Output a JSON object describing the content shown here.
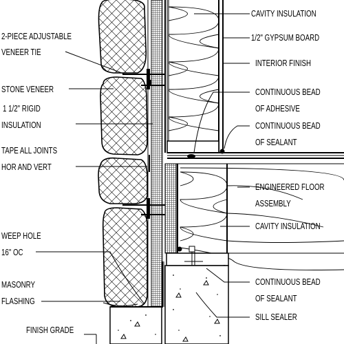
{
  "diagram": {
    "title": "",
    "labels_left": [
      {
        "id": "veneer-tie",
        "lines": [
          "2-PIECE ADJUSTABLE",
          "VENEER TIE"
        ]
      },
      {
        "id": "stone-veneer",
        "lines": [
          "STONE VENEER"
        ]
      },
      {
        "id": "rigid-insulation",
        "lines": [
          "1 1/2\" RIGID",
          "INSULATION"
        ]
      },
      {
        "id": "tape-joints",
        "lines": [
          "TAPE ALL JOINTS",
          "HOR AND VERT"
        ]
      },
      {
        "id": "weep-hole",
        "lines": [
          "WEEP HOLE",
          "16\" OC"
        ]
      },
      {
        "id": "masonry-flashing",
        "lines": [
          "MASONRY",
          "FLASHING"
        ]
      },
      {
        "id": "finish-grade",
        "lines": [
          "FINISH GRADE"
        ]
      }
    ],
    "labels_right": [
      {
        "id": "cavity-insulation-upper",
        "lines": [
          "CAVITY INSULATION"
        ]
      },
      {
        "id": "gypsum-board",
        "lines": [
          "1/2\" GYPSUM BOARD"
        ]
      },
      {
        "id": "interior-finish",
        "lines": [
          "INTERIOR FINISH"
        ]
      },
      {
        "id": "bead-adhesive",
        "lines": [
          "CONTINUOUS BEAD",
          "OF ADHESIVE"
        ]
      },
      {
        "id": "bead-sealant-upper",
        "lines": [
          "CONTINUOUS BEAD",
          "OF SEALANT"
        ]
      },
      {
        "id": "floor-assembly",
        "lines": [
          "ENGINEERED FLOOR",
          "ASSEMBLY"
        ]
      },
      {
        "id": "cavity-insulation-lower",
        "lines": [
          "CAVITY INSULATION"
        ]
      },
      {
        "id": "bead-sealant-lower",
        "lines": [
          "CONTINUOUS BEAD",
          "OF SEALANT"
        ]
      },
      {
        "id": "sill-sealer",
        "lines": [
          "SILL SEALER"
        ]
      }
    ]
  }
}
